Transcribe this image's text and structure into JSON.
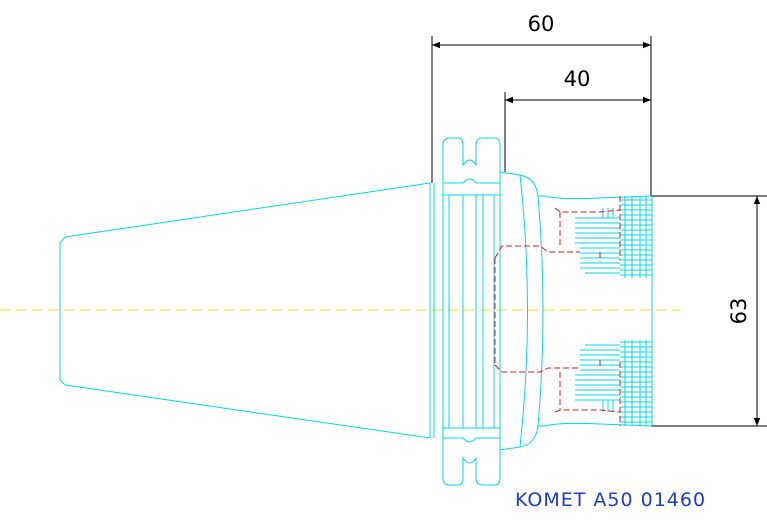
{
  "colors": {
    "outline": "#00d8e8",
    "hidden": "#e8141e",
    "centerline": "#f0e000",
    "dimension": "#000000",
    "caption": "#1e3cc8",
    "background": "#ffffff"
  },
  "dimensions": {
    "overall_length": "60",
    "flange_length": "40",
    "diameter": "63"
  },
  "caption": "KOMET A50 01460"
}
